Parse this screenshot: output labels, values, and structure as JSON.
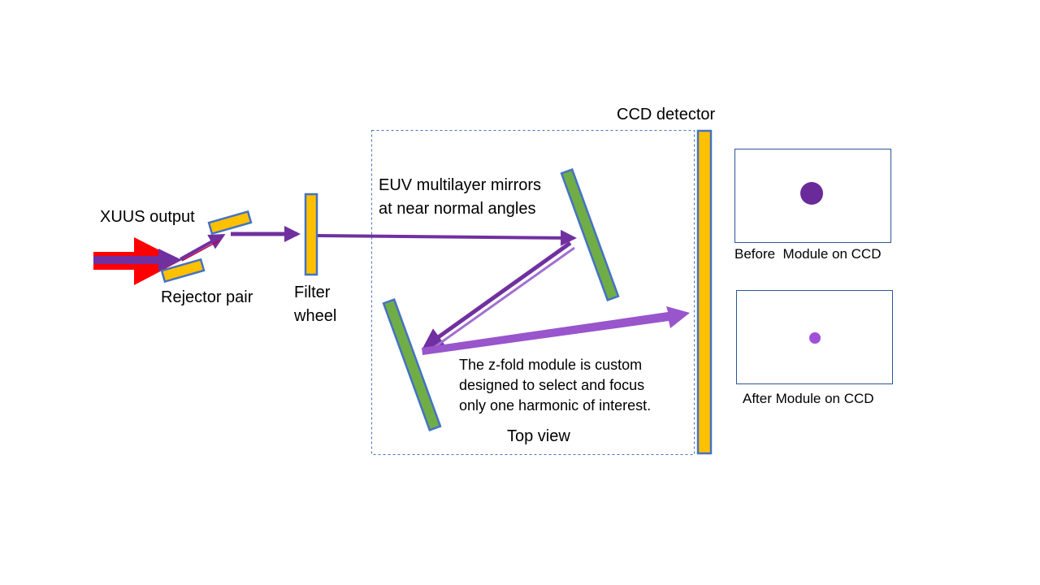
{
  "labels": {
    "source": "XUUS output",
    "rejector": "Rejector pair",
    "filter_line1": "Filter",
    "filter_line2": "wheel",
    "mirrors_line1": "EUV multilayer mirrors",
    "mirrors_line2": "at near normal angles",
    "detector": "CCD detector",
    "description_line1": "The z-fold module is custom",
    "description_line2": "designed to select and focus",
    "description_line3": "only one harmonic of interest.",
    "view": "Top view",
    "before": "Before  Module on CCD",
    "after": "After Module on CCD"
  },
  "colors": {
    "optic_yellow": "#ffc000",
    "optic_outline": "#4472c4",
    "mirror_green": "#70ad47",
    "beam_purple": "#7030a0",
    "beam_light": "#9955cc",
    "input_red": "#ff0000",
    "module_border": "#4472c4"
  }
}
